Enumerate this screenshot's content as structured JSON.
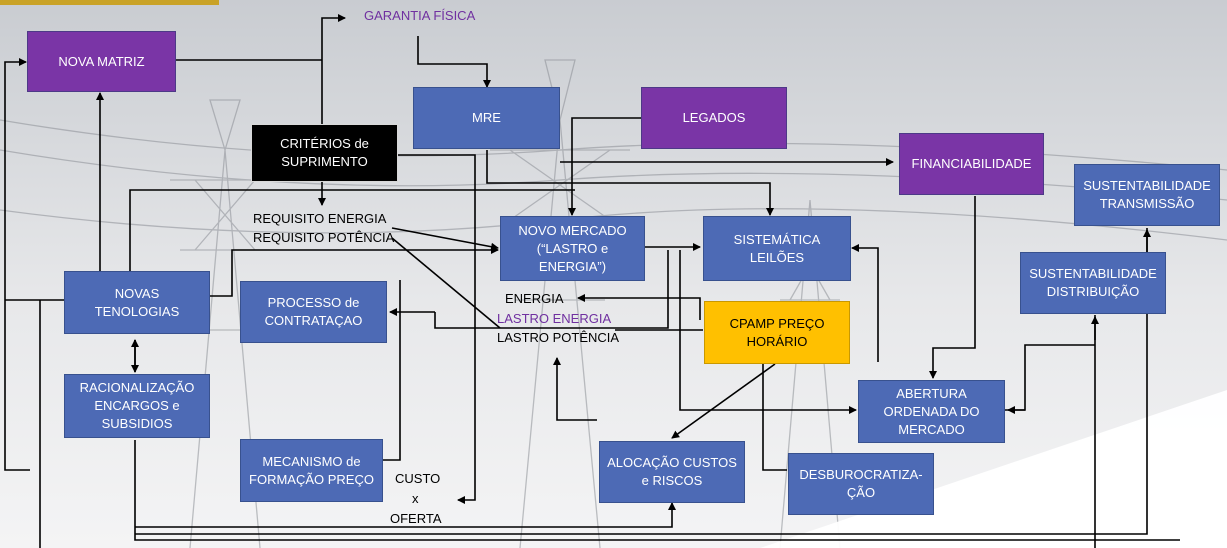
{
  "colors": {
    "box_blue": "#4d6ab5",
    "box_purple": "#7a35a6",
    "box_black": "#000000",
    "box_yellow": "#ffc000",
    "label_purple": "#7030a0",
    "accent_gold": "#c9a227"
  },
  "boxes": {
    "nova_matriz": "NOVA MATRIZ",
    "mre": "MRE",
    "legados": "LEGADOS",
    "criterios": "CRITÉRIOS de\nSUPRIMENTO",
    "financiabilidade": "FINANCIABILIDADE",
    "sust_transmissao": "SUSTENTABILIDADE\nTRANSMISSÃO",
    "novo_mercado": "NOVO MERCADO\n(“LASTRO e\nENERGIA”)",
    "sistematica": "SISTEMÁTICA\nLEILÕES",
    "sust_distribuicao": "SUSTENTABILIDADE\nDISTRIBUIÇÃO",
    "novas_tecnologias": "NOVAS\nTENOLOGIAS",
    "processo": "PROCESSO de\nCONTRATAÇAO",
    "cpamp": "CPAMP PREÇO\nHORÁRIO",
    "racionalizacao": "RACIONALIZAÇÃO\nENCARGOS e\nSUBSIDIOS",
    "abertura": "ABERTURA\nORDENADA DO\nMERCADO",
    "mecanismo": "MECANISMO de\nFORMAÇÃO PREÇO",
    "alocacao": "ALOCAÇÃO CUSTOS\ne RISCOS",
    "desburocratizacao": "DESBUROCRATIZA-\nÇÃO"
  },
  "labels": {
    "garantia_fisica": "GARANTIA FÍSICA",
    "requisito_energia": "REQUISITO ENERGIA",
    "requisito_potencia": "REQUISITO POTÊNCIA",
    "energia": "ENERGIA",
    "lastro_energia": "LASTRO ENERGIA",
    "lastro_potencia": "LASTRO POTÊNCIA",
    "custo": "CUSTO",
    "x": "x",
    "oferta": "OFERTA"
  }
}
